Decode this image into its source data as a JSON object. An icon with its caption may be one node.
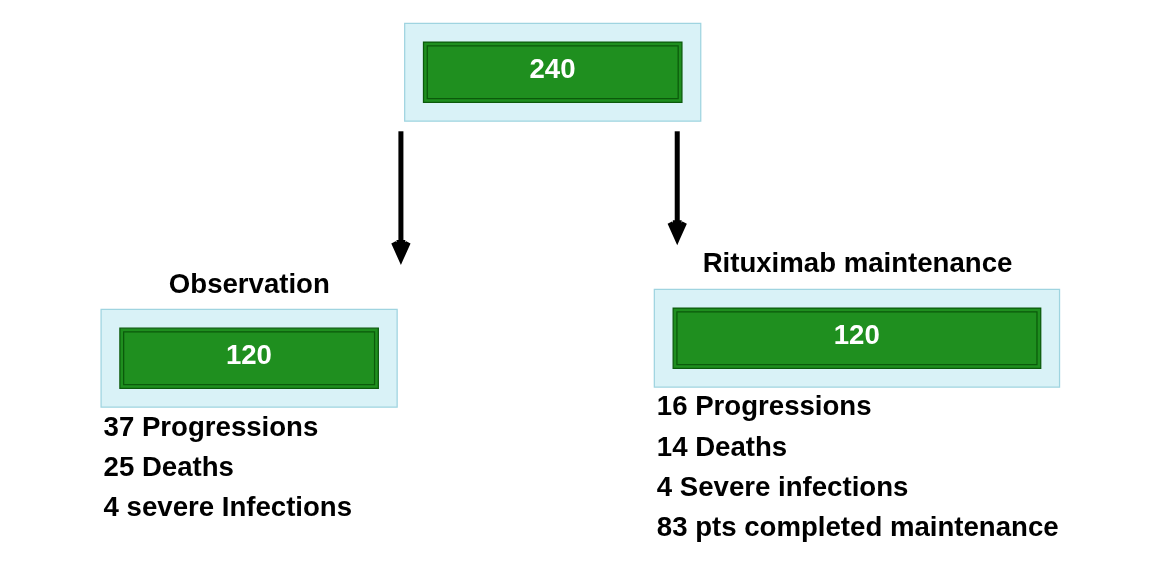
{
  "diagram": {
    "nodes": [
      {
        "text": [
          "240"
        ]
      },
      {
        "text": [
          "Observation",
          "120"
        ],
        "beside": [
          "37 Progressions",
          "25 Deaths",
          "4 severe Infections"
        ]
      },
      {
        "text": [
          "Rituximab maintenance",
          "120"
        ],
        "beside": [
          "16 Progressions",
          "14 Deaths",
          "4 Severe infections",
          "83 pts completed maintenance"
        ]
      }
    ],
    "edges": [
      {
        "from": 0,
        "to": 1,
        "arrow": "to"
      },
      {
        "from": 0,
        "to": 2,
        "arrow": "to"
      }
    ]
  }
}
